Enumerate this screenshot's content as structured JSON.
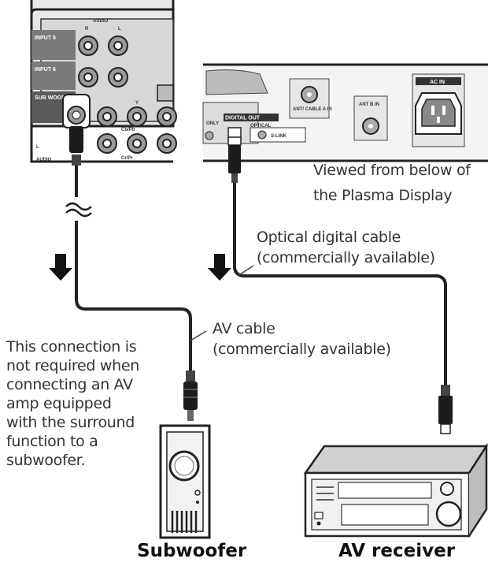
{
  "panel_left": {
    "audio_label": "AUDIO",
    "r_label": "R",
    "l_label": "L",
    "input5_label": "INPUT 5",
    "input6_label": "INPUT 6",
    "subwoofer_label": "SUB WOOFER",
    "y_label": "Y",
    "cbpb_label": "Cb/Pb",
    "crpr_label": "Cr/Pr",
    "audio_l_label": "L",
    "audio_small": "AUDIO"
  },
  "panel_right": {
    "digital_out_label": "DIGITAL OUT",
    "only_label": "ONLY",
    "optical_label": "OPTICAL",
    "slink_label": "S-LINK",
    "ant_cable_label": "ANT/ CABLE A IN",
    "ant_b_label": "ANT B IN",
    "ac_in_label": "AC IN"
  },
  "annotations": {
    "viewed_line1": "Viewed from below of",
    "viewed_line2": "the Plasma Display",
    "optical_line1": "Optical digital cable",
    "optical_line2": "(commercially available)",
    "av_line1": "AV cable",
    "av_line2": "(commercially available)",
    "note_lines": [
      "This connection is",
      "not required when",
      "connecting an AV",
      "amp equipped",
      "with the surround",
      "function to a",
      "subwoofer."
    ]
  },
  "captions": {
    "subwoofer": "Subwoofer",
    "av_receiver": "AV receiver"
  }
}
